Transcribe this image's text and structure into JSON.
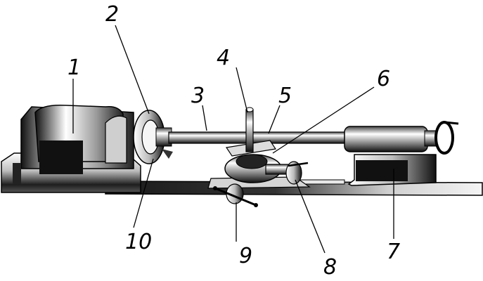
{
  "labels": {
    "n1": "1",
    "n2": "2",
    "n3": "3",
    "n4": "4",
    "n5": "5",
    "n6": "6",
    "n7": "7",
    "n8": "8",
    "n9": "9",
    "n10": "10"
  },
  "colors": {
    "ink": "#000000",
    "paper": "#ffffff",
    "metal_light": "#f2f2f2",
    "metal_mid": "#9a9a9a",
    "metal_dark": "#2a2a2a"
  }
}
